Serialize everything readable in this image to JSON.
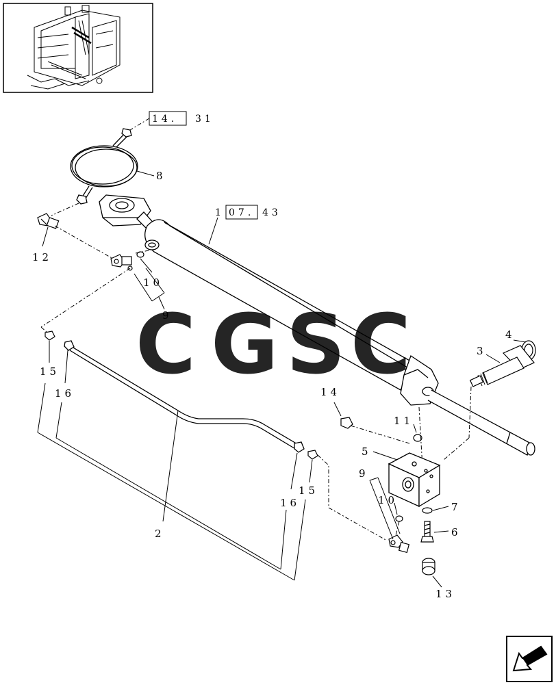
{
  "refs": {
    "top": {
      "boxed": "14.",
      "tail": "31"
    },
    "cylinder": {
      "pre": "1",
      "boxed": "07.",
      "tail": "43"
    }
  },
  "callouts": {
    "c1": "2",
    "c2": "3",
    "c3": "4",
    "c4": "5",
    "c5": "6",
    "c6": "7",
    "c7": "8",
    "c8": "9",
    "c9": "9",
    "c10": "10",
    "c11": "10",
    "c12": "11",
    "c13": "12",
    "c14": "13",
    "c15": "14",
    "c16": "15",
    "c17": "15",
    "c18": "16",
    "c19": "16"
  },
  "watermark": {
    "letters": [
      "C",
      "G",
      "S",
      "C"
    ],
    "colors": [
      "#5b9cf2",
      "#f26e6e",
      "#f8d24a",
      "#4bb386"
    ]
  }
}
